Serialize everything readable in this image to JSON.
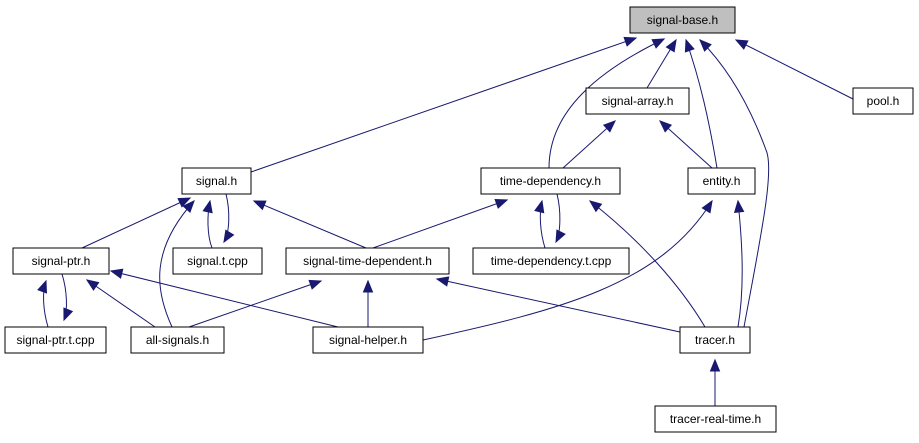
{
  "colors": {
    "edge": "#191970",
    "root_fill": "#bfbfbf",
    "node_fill": "#ffffff",
    "node_border": "#000000"
  },
  "nodes": [
    {
      "id": "signal-base",
      "label": "signal-base.h",
      "root": true
    },
    {
      "id": "signal-array",
      "label": "signal-array.h"
    },
    {
      "id": "pool",
      "label": "pool.h"
    },
    {
      "id": "signal",
      "label": "signal.h"
    },
    {
      "id": "time-dependency",
      "label": "time-dependency.h"
    },
    {
      "id": "entity",
      "label": "entity.h"
    },
    {
      "id": "signal-ptr",
      "label": "signal-ptr.h"
    },
    {
      "id": "signal-t-cpp",
      "label": "signal.t.cpp"
    },
    {
      "id": "signal-time-dependent",
      "label": "signal-time-dependent.h"
    },
    {
      "id": "time-dependency-t-cpp",
      "label": "time-dependency.t.cpp"
    },
    {
      "id": "signal-ptr-t-cpp",
      "label": "signal-ptr.t.cpp"
    },
    {
      "id": "all-signals",
      "label": "all-signals.h"
    },
    {
      "id": "signal-helper",
      "label": "signal-helper.h"
    },
    {
      "id": "tracer",
      "label": "tracer.h"
    },
    {
      "id": "tracer-real-time",
      "label": "tracer-real-time.h"
    }
  ],
  "edges": [
    {
      "from": "signal-array",
      "to": "signal-base"
    },
    {
      "from": "pool",
      "to": "signal-base"
    },
    {
      "from": "signal",
      "to": "signal-base"
    },
    {
      "from": "time-dependency",
      "to": "signal-base"
    },
    {
      "from": "entity",
      "to": "signal-base"
    },
    {
      "from": "tracer",
      "to": "signal-base"
    },
    {
      "from": "time-dependency",
      "to": "signal-array"
    },
    {
      "from": "entity",
      "to": "signal-array"
    },
    {
      "from": "signal-ptr",
      "to": "signal"
    },
    {
      "from": "signal-t-cpp",
      "to": "signal"
    },
    {
      "from": "signal",
      "to": "signal-t-cpp"
    },
    {
      "from": "signal-time-dependent",
      "to": "signal"
    },
    {
      "from": "all-signals",
      "to": "signal"
    },
    {
      "from": "signal-time-dependent",
      "to": "time-dependency"
    },
    {
      "from": "time-dependency-t-cpp",
      "to": "time-dependency"
    },
    {
      "from": "time-dependency",
      "to": "time-dependency-t-cpp"
    },
    {
      "from": "tracer",
      "to": "time-dependency"
    },
    {
      "from": "signal-helper",
      "to": "entity"
    },
    {
      "from": "tracer",
      "to": "entity"
    },
    {
      "from": "signal-ptr-t-cpp",
      "to": "signal-ptr"
    },
    {
      "from": "signal-ptr",
      "to": "signal-ptr-t-cpp"
    },
    {
      "from": "all-signals",
      "to": "signal-ptr"
    },
    {
      "from": "signal-helper",
      "to": "signal-ptr"
    },
    {
      "from": "all-signals",
      "to": "signal-time-dependent"
    },
    {
      "from": "signal-helper",
      "to": "signal-time-dependent"
    },
    {
      "from": "tracer",
      "to": "signal-time-dependent"
    },
    {
      "from": "tracer-real-time",
      "to": "tracer"
    }
  ]
}
